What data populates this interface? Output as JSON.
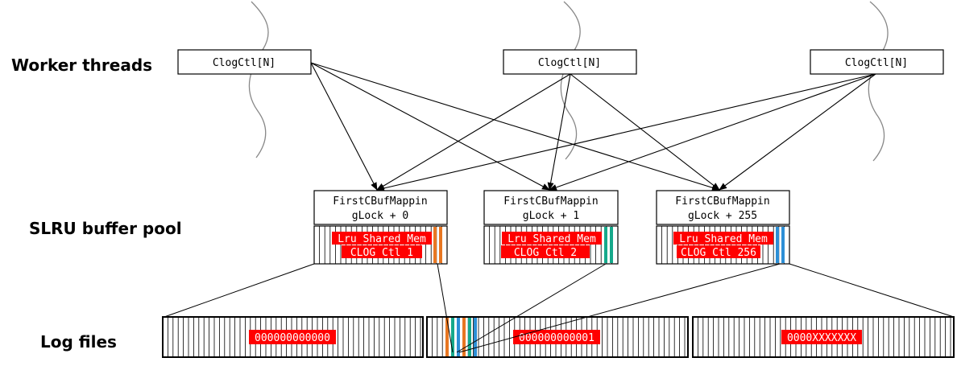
{
  "rows": {
    "worker_threads": "Worker threads",
    "slru_buffer_pool": "SLRU buffer pool",
    "log_files": "Log files"
  },
  "workers": [
    {
      "label": "ClogCtl[N]"
    },
    {
      "label": "ClogCtl[N]"
    },
    {
      "label": "ClogCtl[N]"
    }
  ],
  "buffers": [
    {
      "lock_line1": "FirstCBufMappin",
      "lock_line2": "gLock + 0",
      "mem_label": "Lru Shared Mem",
      "ctl_label": "CLOG Ctl 1",
      "stripe_color": "#e87722"
    },
    {
      "lock_line1": "FirstCBufMappin",
      "lock_line2": "gLock + 1",
      "mem_label": "Lru Shared Mem",
      "ctl_label": "CLOG Ctl 2",
      "stripe_color": "#16a98b"
    },
    {
      "lock_line1": "FirstCBufMappin",
      "lock_line2": "gLock + 255",
      "mem_label": "Lru Shared Mem",
      "ctl_label": "CLOG Ctl 256",
      "stripe_color": "#2c8fd6"
    }
  ],
  "log_files": [
    {
      "label": "000000000000"
    },
    {
      "label": "000000000001"
    },
    {
      "label": "0000XXXXXXX"
    }
  ],
  "colors": {
    "highlight_red": "#ff0000",
    "orange": "#e87722",
    "teal": "#16a98b",
    "blue": "#2c8fd6",
    "curve_gray": "#888888"
  }
}
